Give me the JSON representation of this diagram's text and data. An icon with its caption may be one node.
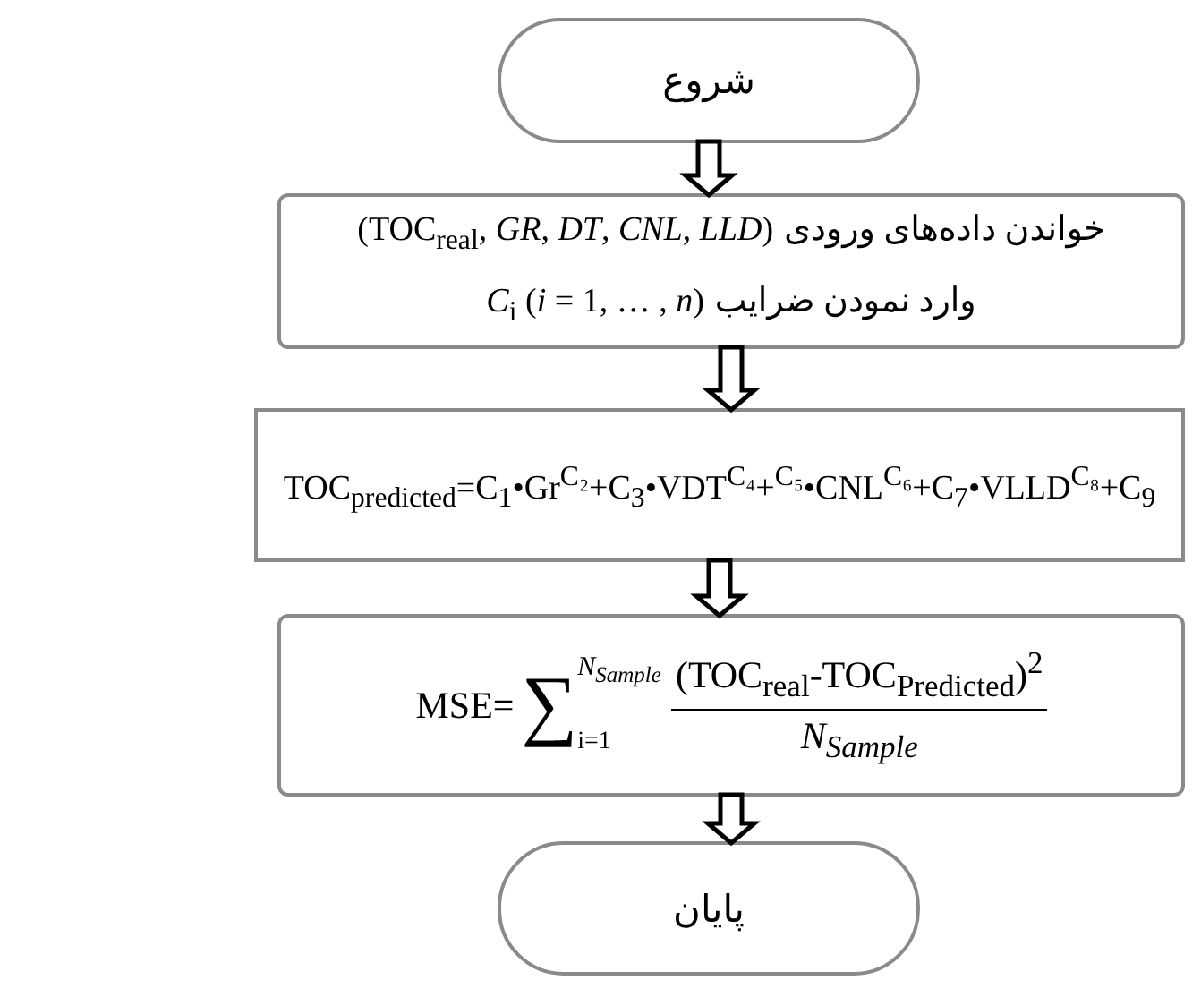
{
  "diagram": {
    "nodes": [
      {
        "text": [
          "شروع"
        ]
      },
      {
        "text": [
          "خواندن داده‌های ورودی",
          "(TOC$_{real}$, *GR*, *DT*, *CNL*, *LLD*)",
          "وارد نمودن ضرایب",
          "*C*$_{i}$ (*i* = 1, … , *n*)"
        ]
      },
      {
        "text": [
          "TOC$_{predicted}$=C$_{1}$•Gr$^{C₂}$+C$_{3}$•VDT$^{C₄}$+$^{C₅}$•CNL$^{C₆}$+C$_{7}$•VLLD$^{C₈}$+C$_{9}$"
        ]
      },
      {
        "text": [
          "MSE=",
          "∑",
          "N$_{Sample}$",
          "i=1",
          "(TOC$_{real}$-TOC$_{Predicted}$)$^{2}$",
          "N$_{Sample}$"
        ]
      },
      {
        "text": [
          "پایان"
        ]
      }
    ],
    "edges": [
      {
        "from": 0,
        "to": 1,
        "arrow": "to"
      },
      {
        "from": 1,
        "to": 2,
        "arrow": "to"
      },
      {
        "from": 2,
        "to": 3,
        "arrow": "to"
      },
      {
        "from": 3,
        "to": 4,
        "arrow": "to"
      }
    ]
  }
}
